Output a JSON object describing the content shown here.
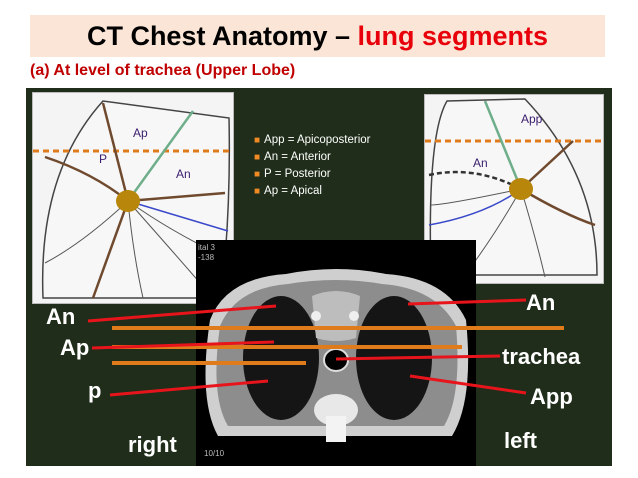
{
  "header": {
    "title_main": "CT Chest Anatomy – ",
    "title_accent": "lung segments",
    "subtitle": "(a) At level of trachea  (Upper Lobe)"
  },
  "left_diagram": {
    "labels": {
      "ap": "Ap",
      "p": "P",
      "an": "An"
    }
  },
  "right_diagram": {
    "labels": {
      "app": "App",
      "an": "An"
    }
  },
  "legend": {
    "items": [
      "App = Apicoposterior",
      "An = Anterior",
      "P = Posterior",
      "Ap  = Apical"
    ]
  },
  "ct_overlay": {
    "corner_text_1": "ital 3",
    "corner_text_2": "-138",
    "corner_text_3": "10/10"
  },
  "annotations": {
    "left": [
      "An",
      "Ap",
      "p"
    ],
    "right": [
      "An",
      "trachea",
      "App"
    ],
    "orientation_left": "right",
    "orientation_right": "left"
  },
  "colors": {
    "title_accent": "#e8000b",
    "subtitle": "#c00000",
    "title_background": "#fbe5d6",
    "panel_background": "#1f2d1a",
    "pointer_line": "#e8141b",
    "reference_line": "#e07b1c",
    "legend_bullet": "#f08a24"
  }
}
